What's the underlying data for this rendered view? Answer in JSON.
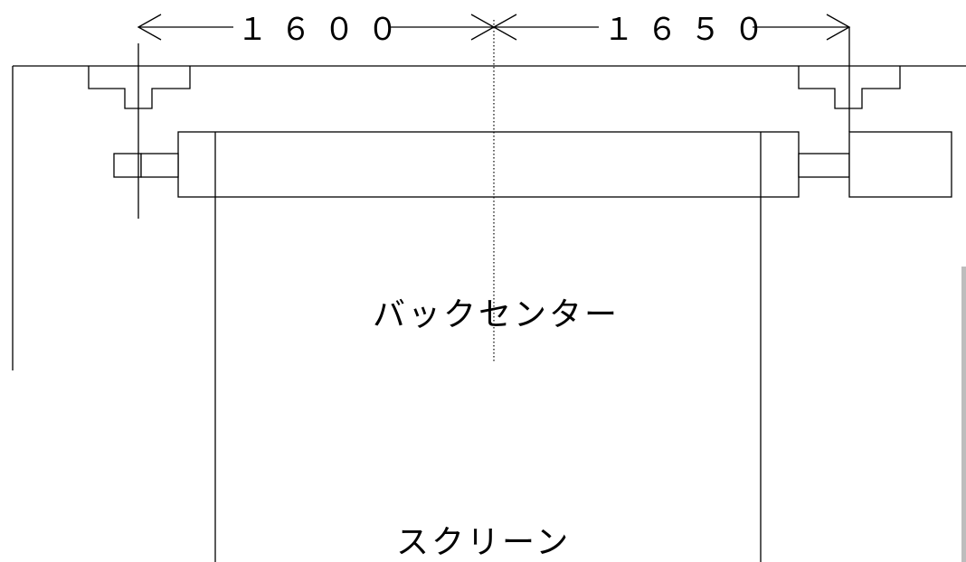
{
  "dimensions": {
    "left": "１６００",
    "right": "１６５０"
  },
  "labels": {
    "back_center": "バックセンター",
    "screen": "スクリーン"
  },
  "colors": {
    "line": "#000000",
    "background": "#ffffff"
  }
}
